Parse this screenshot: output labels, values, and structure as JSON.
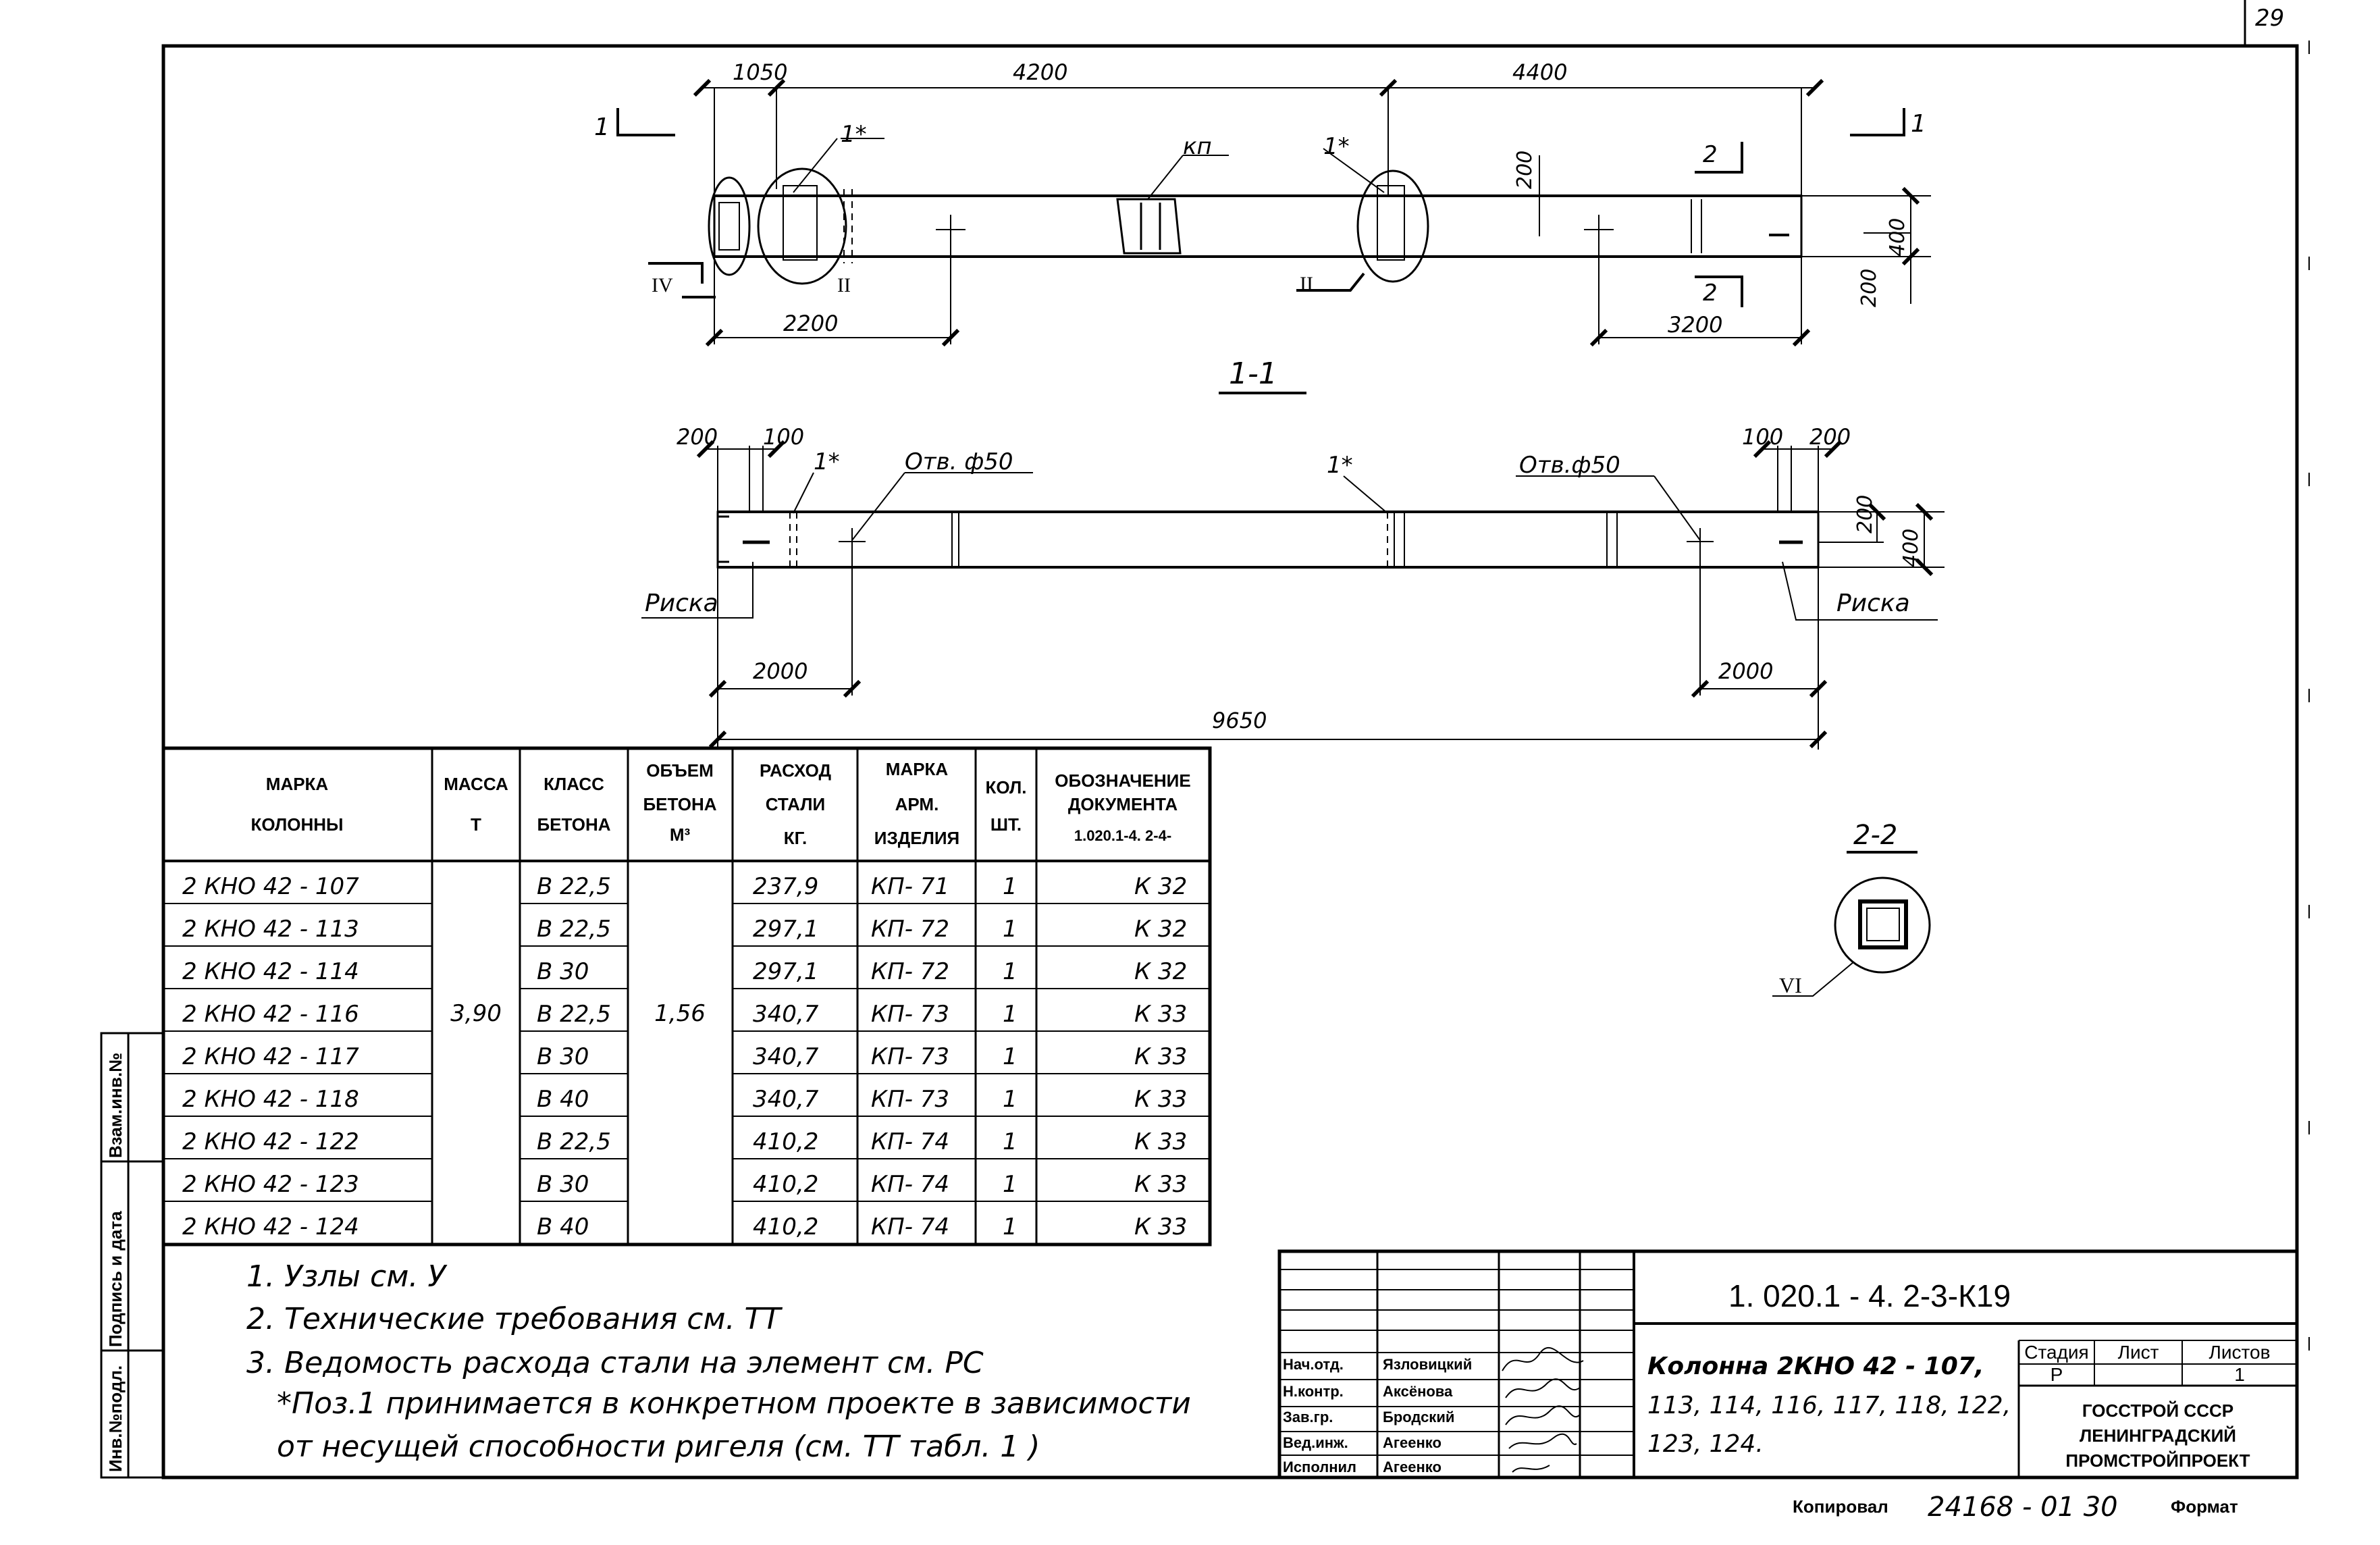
{
  "page_number": "29",
  "drawing": {
    "dims_top": {
      "d1050": "1050",
      "d4200": "4200",
      "d4400": "4400",
      "d200a": "200",
      "d400": "400",
      "d200b": "200",
      "d2200": "2200",
      "d3200": "3200"
    },
    "section_marks": {
      "s1_left": "1",
      "s1_right": "1",
      "s2_top": "2",
      "s2_bottom": "2",
      "mark_1star_a": "1*",
      "mark_1star_b": "1*",
      "mark_kp": "кп",
      "mark_IV": "IV",
      "mark_II_a": "II",
      "mark_II_b": "II"
    },
    "section_title": "1-1",
    "dims_bottom": {
      "d200l": "200",
      "d100l": "100",
      "d100r": "100",
      "d200r": "200",
      "d200v": "200",
      "d400v": "400",
      "d2000l": "2000",
      "d2000r": "2000",
      "d9650": "9650"
    },
    "labels": {
      "hole_left": "Отв. ф50",
      "hole_right": "Отв.ф50",
      "mark_1star_c": "1*",
      "mark_1star_d": "1*",
      "riska_left": "Риска",
      "riska_right": "Риска"
    },
    "section2_title": "2-2",
    "section2_mark": "VI"
  },
  "table": {
    "headers": {
      "marka_kolonny": [
        "МАРКА",
        "КОЛОННЫ"
      ],
      "massa": [
        "МАССА",
        "Т"
      ],
      "klass": [
        "КЛАСС",
        "БЕТОНА"
      ],
      "obem": [
        "ОБЪЕМ",
        "БЕТОНА",
        "М³"
      ],
      "rashod": [
        "РАСХОД",
        "СТАЛИ",
        "КГ."
      ],
      "marka_arm": [
        "МАРКА",
        "АРМ.",
        "ИЗДЕЛИЯ"
      ],
      "kol": [
        "КОЛ.",
        "ШТ."
      ],
      "oboznachenie": [
        "ОБОЗНАЧЕНИЕ",
        "ДОКУМЕНТА",
        "1.020.1-4. 2-4-"
      ]
    },
    "mass_value": "3,90",
    "volume_value": "1,56",
    "rows": [
      {
        "marka": "2 КНО 42 - 107",
        "klass": "В 22,5",
        "rashod": "237,9",
        "arm": "КП- 71",
        "kol": "1",
        "doc": "К 32"
      },
      {
        "marka": "2 КНО 42 - 113",
        "klass": "В 22,5",
        "rashod": "297,1",
        "arm": "КП- 72",
        "kol": "1",
        "doc": "К 32"
      },
      {
        "marka": "2 КНО 42 - 114",
        "klass": "В 30",
        "rashod": "297,1",
        "arm": "КП- 72",
        "kol": "1",
        "doc": "К 32"
      },
      {
        "marka": "2 КНО 42 - 116",
        "klass": "В 22,5",
        "rashod": "340,7",
        "arm": "КП- 73",
        "kol": "1",
        "doc": "К 33"
      },
      {
        "marka": "2 КНО 42 - 117",
        "klass": "В 30",
        "rashod": "340,7",
        "arm": "КП- 73",
        "kol": "1",
        "doc": "К 33"
      },
      {
        "marka": "2 КНО 42 - 118",
        "klass": "В 40",
        "rashod": "340,7",
        "arm": "КП- 73",
        "kol": "1",
        "doc": "К 33"
      },
      {
        "marka": "2 КНО 42 - 122",
        "klass": "В 22,5",
        "rashod": "410,2",
        "arm": "КП- 74",
        "kol": "1",
        "doc": "К 33"
      },
      {
        "marka": "2 КНО 42 - 123",
        "klass": "В 30",
        "rashod": "410,2",
        "arm": "КП- 74",
        "kol": "1",
        "doc": "К 33"
      },
      {
        "marka": "2 КНО 42 - 124",
        "klass": "В 40",
        "rashod": "410,2",
        "arm": "КП- 74",
        "kol": "1",
        "doc": "К 33"
      }
    ]
  },
  "notes": [
    "1. Узлы см. У",
    "2. Технические требования см. ТТ",
    "3. Ведомость расхода стали на элемент см. РС",
    "*Поз.1 принимается в конкретном проекте в зависимости",
    "от несущей способности ригеля (см. ТТ табл. 1 )"
  ],
  "left_strip": {
    "inv_podl": "Инв.№подл.",
    "podpis": "Подпись и дата",
    "vzam": "Взам.инв.№"
  },
  "title_block": {
    "roles": [
      "Нач.отд.",
      "Н.контр.",
      "Зав.гр.",
      "Вед.инж.",
      "Исполнил"
    ],
    "names": [
      "Язловицкий",
      "Аксёнова",
      "Бродский",
      "Агеенко",
      "Агеенко"
    ],
    "doc_code": "1. 020.1 - 4.   2-3-К19",
    "title_lines": [
      "Колонна 2КНО 42 - 107,",
      "113, 114, 116, 117, 118, 122,",
      "123, 124."
    ],
    "stadia_label": "Стадия",
    "list_label": "Лист",
    "listov_label": "Листов",
    "stadia": "Р",
    "listov": "1",
    "org_lines": [
      "ГОССТРОЙ СССР",
      "ЛЕНИНГРАДСКИЙ",
      "ПРОМСТРОЙПРОЕКТ"
    ]
  },
  "footer": {
    "copied_label": "Копировал",
    "copied_no": "24168 - 01  30",
    "format_label": "Формат"
  }
}
